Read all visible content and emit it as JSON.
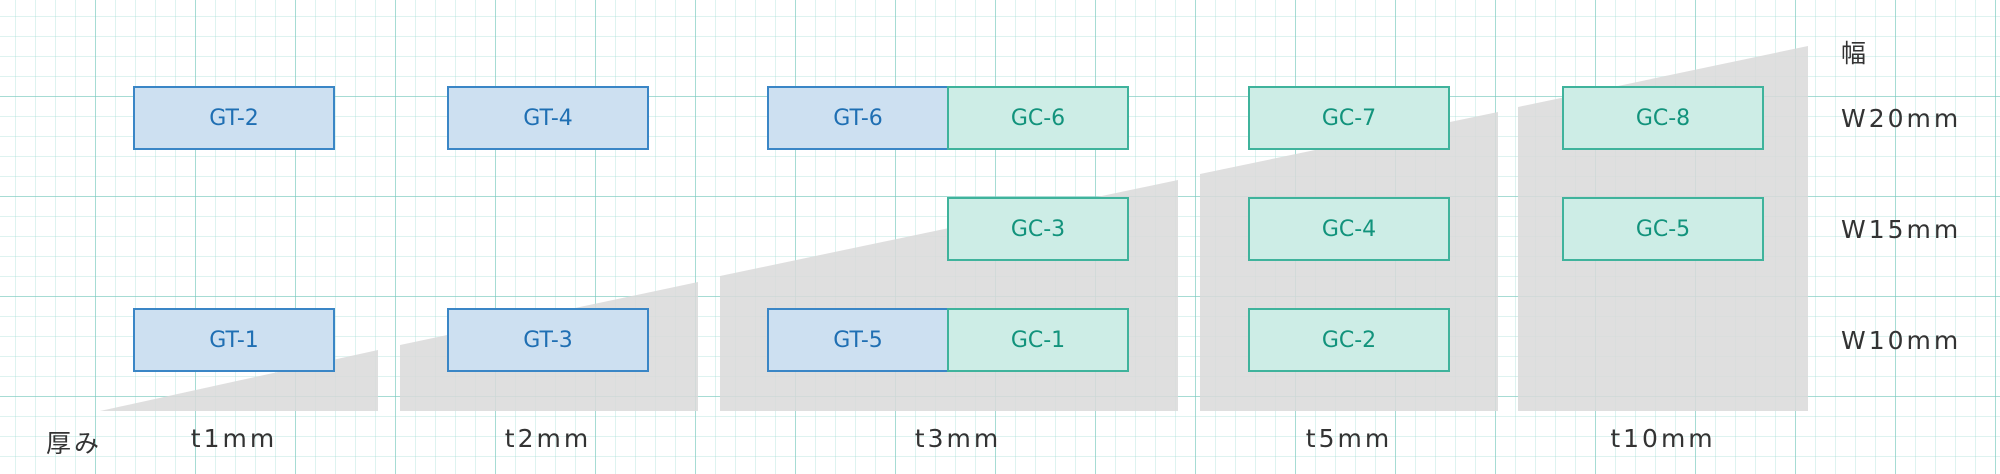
{
  "colors": {
    "gt_fill": "#cde0f1",
    "gt_border": "#3a86c6",
    "gt_text": "#1f6fb3",
    "gc_fill": "#cdede6",
    "gc_border": "#3fb39c",
    "gc_text": "#12937c",
    "wedge": "#d9d9d9"
  },
  "axis": {
    "x_title": "厚み",
    "y_title": "幅",
    "x_labels": [
      "t1mm",
      "t2mm",
      "t3mm",
      "t5mm",
      "t10mm"
    ],
    "y_labels": [
      "W20mm",
      "W15mm",
      "W10mm"
    ]
  },
  "boxes": [
    {
      "label": "GT-2",
      "series": "GT",
      "thickness": "t1mm",
      "width": "W20mm"
    },
    {
      "label": "GT-4",
      "series": "GT",
      "thickness": "t2mm",
      "width": "W20mm"
    },
    {
      "label": "GT-6",
      "series": "GT",
      "thickness": "t3mm",
      "width": "W20mm"
    },
    {
      "label": "GC-6",
      "series": "GC",
      "thickness": "t3mm",
      "width": "W20mm"
    },
    {
      "label": "GC-7",
      "series": "GC",
      "thickness": "t5mm",
      "width": "W20mm"
    },
    {
      "label": "GC-8",
      "series": "GC",
      "thickness": "t10mm",
      "width": "W20mm"
    },
    {
      "label": "GC-3",
      "series": "GC",
      "thickness": "t3mm",
      "width": "W15mm"
    },
    {
      "label": "GC-4",
      "series": "GC",
      "thickness": "t5mm",
      "width": "W15mm"
    },
    {
      "label": "GC-5",
      "series": "GC",
      "thickness": "t10mm",
      "width": "W15mm"
    },
    {
      "label": "GT-1",
      "series": "GT",
      "thickness": "t1mm",
      "width": "W10mm"
    },
    {
      "label": "GT-3",
      "series": "GT",
      "thickness": "t2mm",
      "width": "W10mm"
    },
    {
      "label": "GT-5",
      "series": "GT",
      "thickness": "t3mm",
      "width": "W10mm"
    },
    {
      "label": "GC-1",
      "series": "GC",
      "thickness": "t3mm",
      "width": "W10mm"
    },
    {
      "label": "GC-2",
      "series": "GC",
      "thickness": "t5mm",
      "width": "W10mm"
    }
  ]
}
